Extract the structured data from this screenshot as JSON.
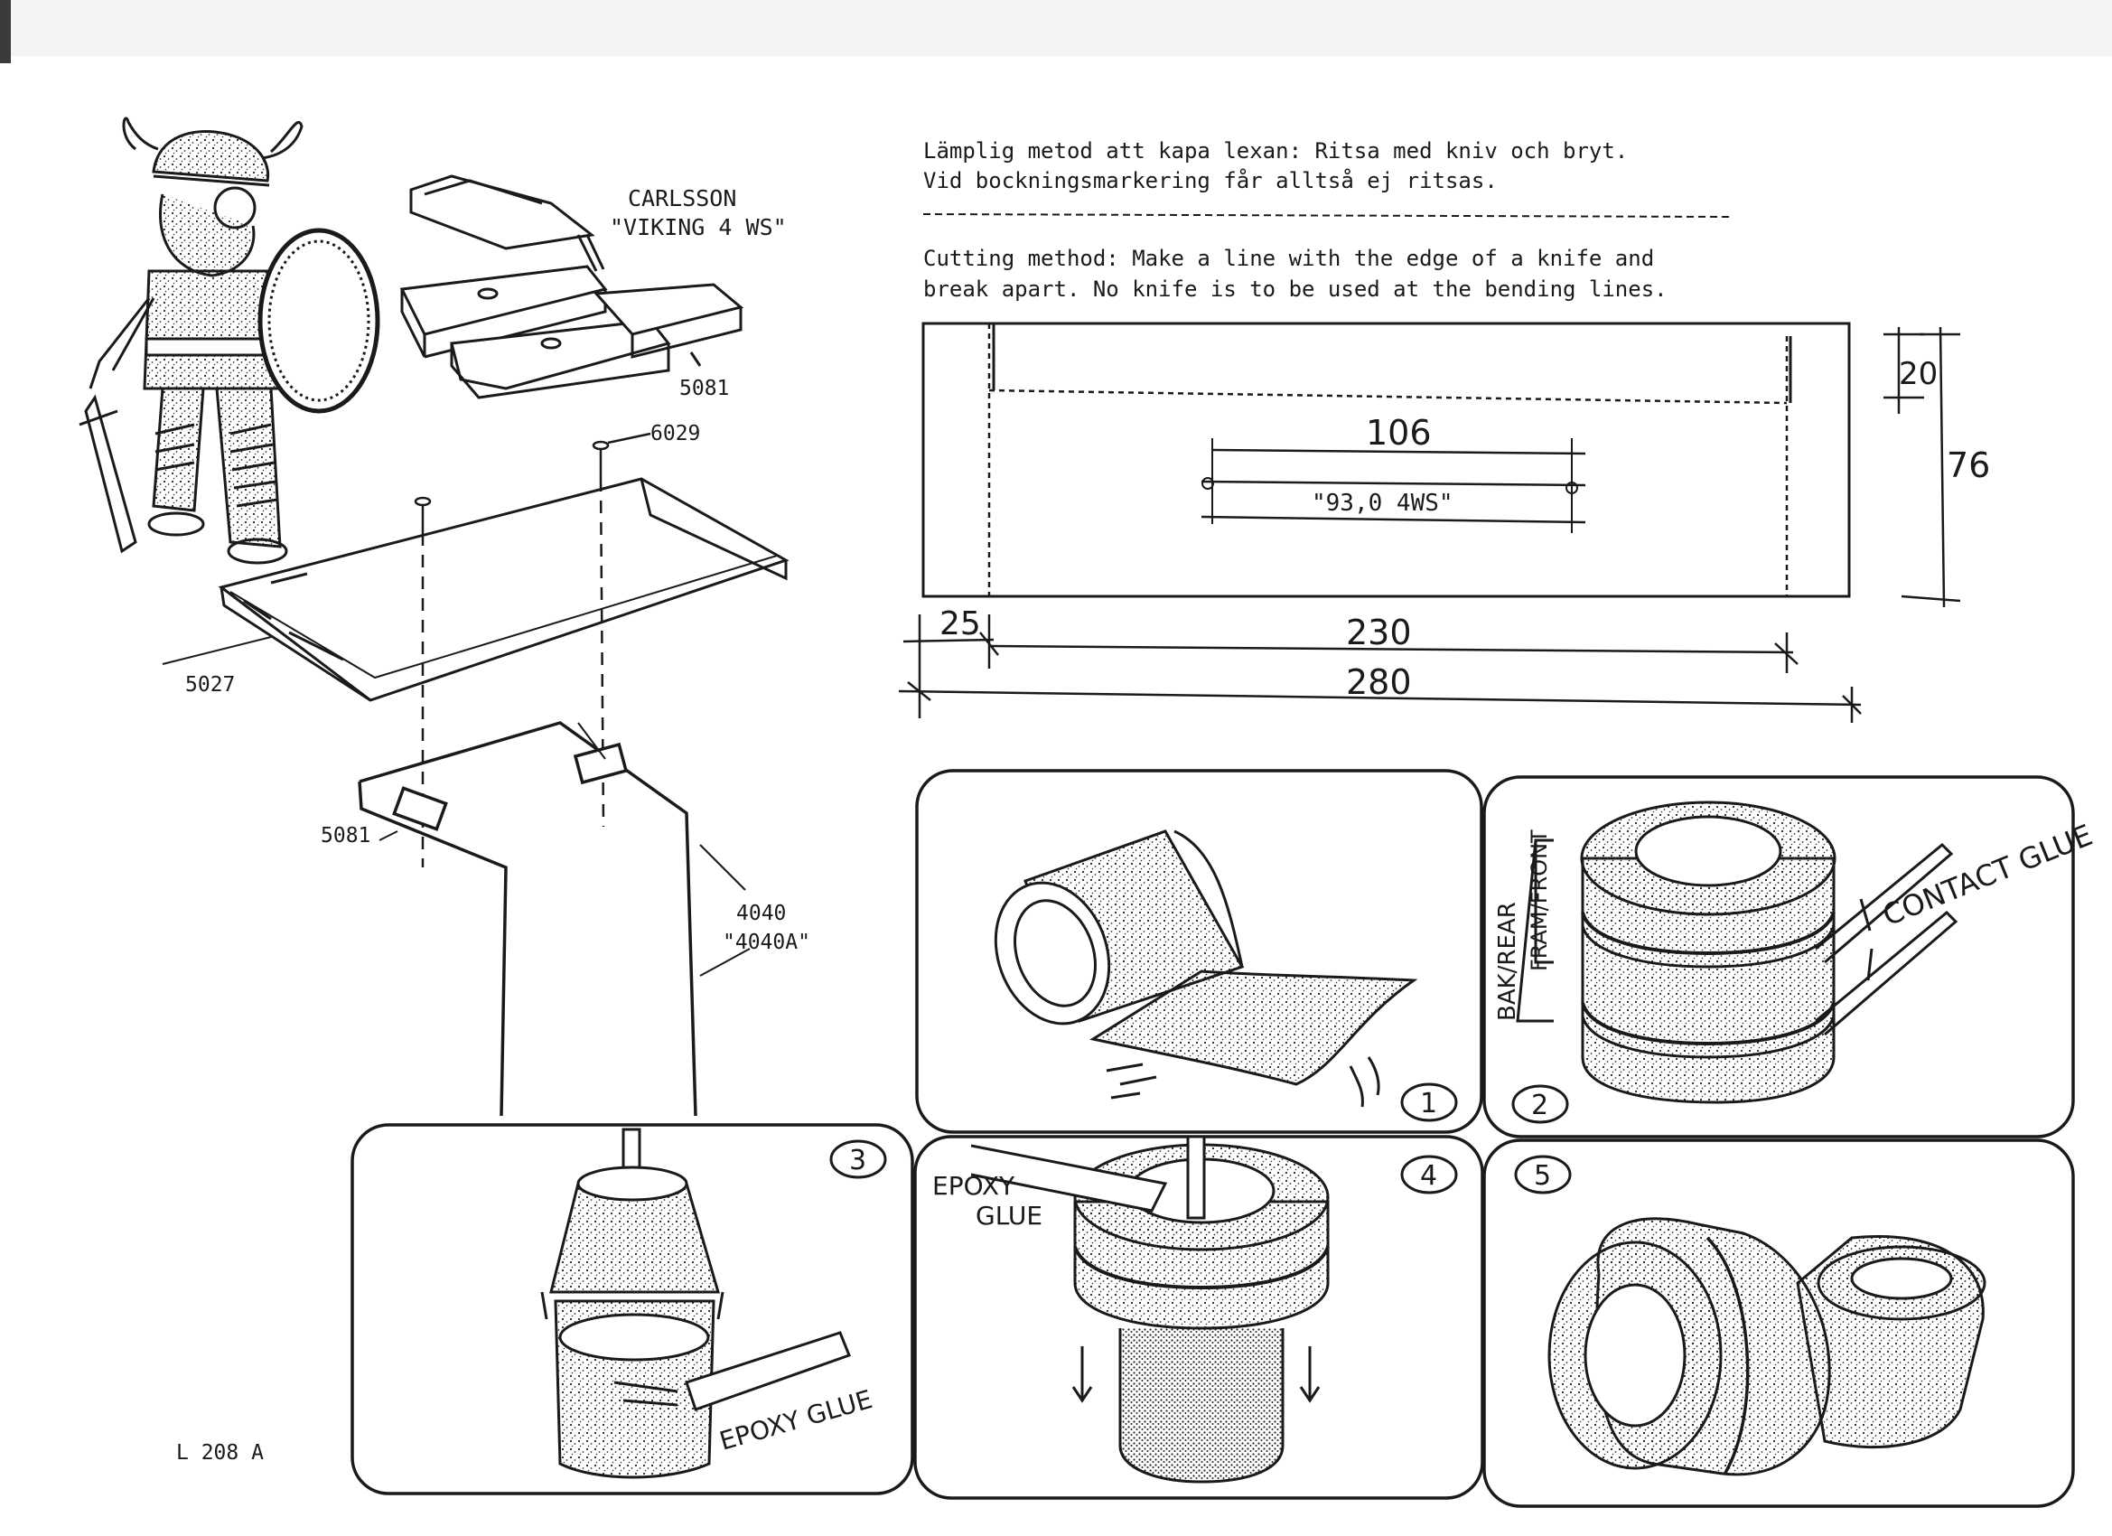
{
  "header": {
    "brand": "CARLSSON",
    "model": "\"VIKING 4 WS\""
  },
  "parts": {
    "p5081_top": "5081",
    "p6029": "6029",
    "p5027": "5027",
    "p5081_left": "5081",
    "p4040": "4040",
    "p4040a": "\"4040A\""
  },
  "instructions": {
    "sv_line1": "Lämplig metod att kapa lexan: Ritsa med kniv och bryt.",
    "sv_line2": "Vid bockningsmarkering får alltså ej ritsas.",
    "en_line1": "Cutting method: Make a line with the edge of a knife and",
    "en_line2": "break apart. No knife is to be used at the bending lines."
  },
  "template": {
    "dim_top": "106",
    "cutout_label": "\"93,0 4WS\"",
    "dim_20": "20",
    "dim_76": "76",
    "dim_25": "25",
    "dim_230": "230",
    "dim_280": "280"
  },
  "steps": {
    "s1": "1",
    "s2": "2",
    "s3": "3",
    "s4": "4",
    "s5": "5",
    "contact_glue": "CONTACT GLUE",
    "bak_rear": "BAK/REAR",
    "fram_front": "FRAM/FRONT",
    "epoxy_glue_4a": "EPOXY",
    "epoxy_glue_4b": "GLUE",
    "epoxy_glue_3": "EPOXY GLUE"
  },
  "footer": {
    "code": "L 208 A"
  }
}
